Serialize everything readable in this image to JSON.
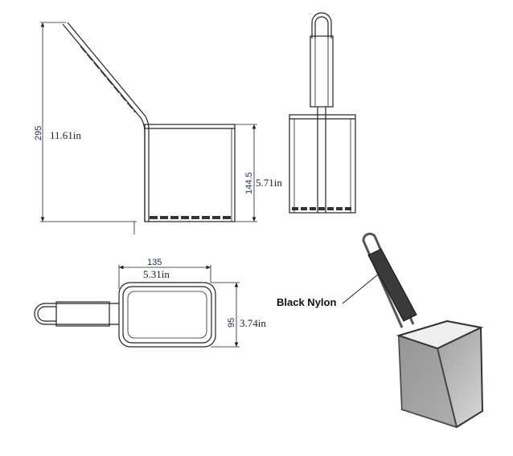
{
  "side_view": {
    "height_mm": "295",
    "height_in": "11.61in",
    "basket_height_mm": "144.5",
    "basket_height_in": "5.71in"
  },
  "top_view": {
    "width_mm": "135",
    "width_in": "5.31in",
    "depth_mm": "95",
    "depth_in": "3.74in"
  },
  "iso_view": {
    "callout": "Black Nylon"
  },
  "colors": {
    "dimension_text": "#1f2f5f",
    "line": "#222222",
    "nylon": "#3a3a3a"
  }
}
